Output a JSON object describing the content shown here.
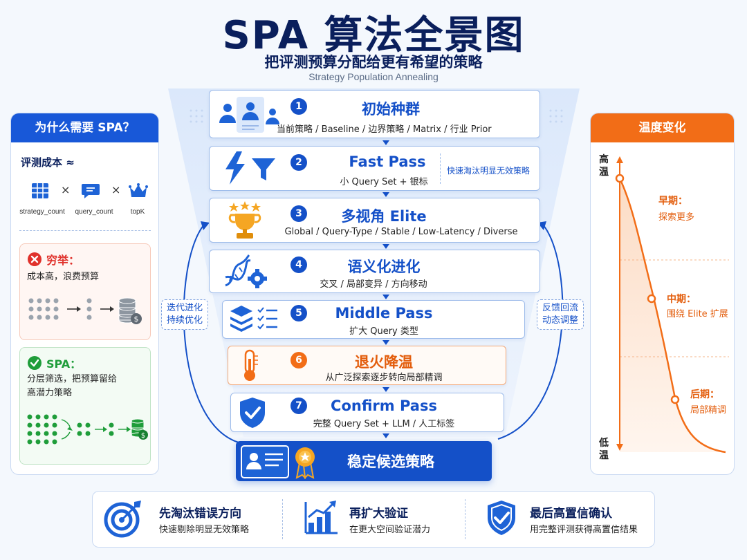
{
  "header": {
    "title": "SPA 算法全景图",
    "subtitle": "把评测预算分配给更有希望的策略",
    "subtitle_en": "Strategy Population Annealing"
  },
  "left_panel": {
    "title": "为什么需要 SPA？",
    "cost_label": "评测成本 ≈",
    "cost_terms": [
      {
        "icon": "grid-icon",
        "caption": "strategy_count"
      },
      {
        "icon": "chat-icon",
        "caption": "query_count"
      },
      {
        "icon": "crown-icon",
        "caption": "topK"
      }
    ],
    "times_symbol": "×",
    "exhaustive": {
      "title": "穷举：",
      "text": "成本高，浪费预算"
    },
    "spa": {
      "title": "SPA：",
      "text_line1": "分层筛选，把预算留给",
      "text_line2": "高潜力策略"
    }
  },
  "steps": [
    {
      "num": "1",
      "title": "初始种群",
      "desc": "当前策略 / Baseline / 边界策略 / Matrix / 行业 Prior",
      "icon": "population-icon"
    },
    {
      "num": "2",
      "title": "Fast Pass",
      "desc": "小 Query Set + 银标",
      "note": "快速淘汰明显无效策略",
      "icon": "lightning-filter-icon"
    },
    {
      "num": "3",
      "title": "多视角 Elite",
      "desc": "Global / Query-Type / Stable / Low-Latency / Diverse",
      "icon": "trophy-icon"
    },
    {
      "num": "4",
      "title": "语义化进化",
      "desc": "交叉 / 局部变异 / 方向移动",
      "icon": "dna-gear-icon"
    },
    {
      "num": "5",
      "title": "Middle Pass",
      "desc": "扩大 Query 类型",
      "icon": "layers-list-icon"
    },
    {
      "num": "6",
      "title": "退火降温",
      "desc": "从广泛探索逐步转向局部精调",
      "icon": "thermometer-icon"
    },
    {
      "num": "7",
      "title": "Confirm Pass",
      "desc": "完整 Query Set + LLM / 人工标签",
      "icon": "shield-check-icon"
    }
  ],
  "result": {
    "label": "稳定候选策略",
    "icon": "certificate-badge-icon"
  },
  "loops": {
    "left_line1": "迭代进化",
    "left_line2": "持续优化",
    "right_line1": "反馈回流",
    "right_line2": "动态调整"
  },
  "right_panel": {
    "title": "温度变化",
    "high_line1": "高",
    "high_line2": "温",
    "low_line1": "低",
    "low_line2": "温",
    "phases": [
      {
        "title": "早期：",
        "text": "探索更多"
      },
      {
        "title": "中期：",
        "text": "围绕 Elite 扩展"
      },
      {
        "title": "后期：",
        "text": "局部精调"
      }
    ]
  },
  "bottom": [
    {
      "title": "先淘汰错误方向",
      "text": "快速剔除明显无效策略",
      "icon": "target-icon"
    },
    {
      "title": "再扩大验证",
      "text": "在更大空间验证潜力",
      "icon": "growth-chart-icon"
    },
    {
      "title": "最后高置信确认",
      "text": "用完整评测获得高置信结果",
      "icon": "shield-check-icon"
    }
  ],
  "colors": {
    "primary_blue": "#1450c8",
    "dark_navy": "#0a1f5c",
    "orange": "#f26d17",
    "green": "#1f9d3a",
    "red": "#e0312b"
  }
}
